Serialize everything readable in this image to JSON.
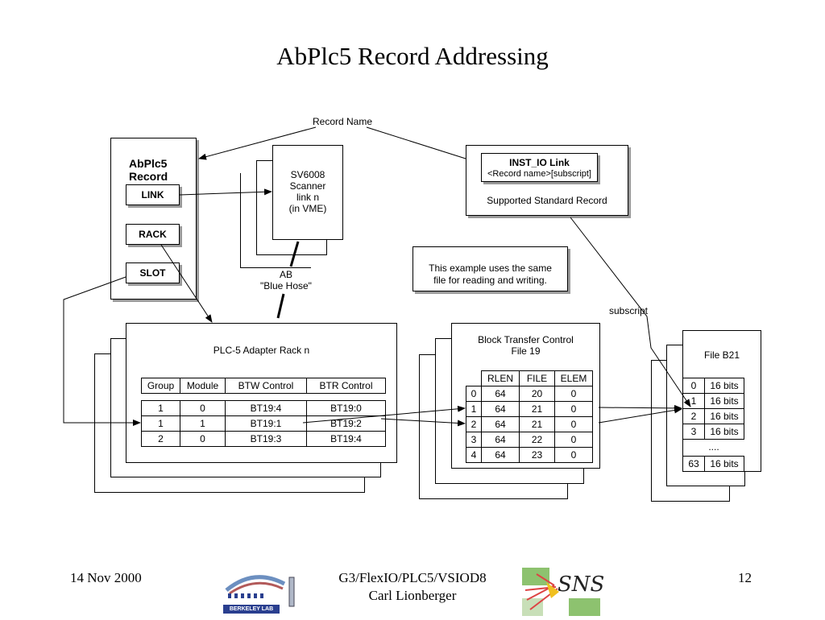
{
  "title": "AbPlc5 Record Addressing",
  "record_name_label": "Record Name",
  "abplc5_record": {
    "title_line1": "AbPlc5",
    "title_line2": "Record",
    "fields": [
      "LINK",
      "RACK",
      "SLOT"
    ]
  },
  "scanner": {
    "lines": [
      "SV6008",
      "Scanner",
      "link n",
      "(in VME)"
    ]
  },
  "blue_hose": {
    "line1": "AB",
    "line2": "\"Blue Hose\""
  },
  "inst_io": {
    "title": "INST_IO Link",
    "format": "<Record name>[subscript]",
    "caption": "Supported Standard Record"
  },
  "note": {
    "line1": "This example uses the same",
    "line2": "file for reading and writing."
  },
  "subscript_label": "subscript",
  "adapter_rack": {
    "title": "PLC-5 Adapter Rack n",
    "headers": [
      "Group",
      "Module",
      "BTW Control",
      "BTR Control"
    ],
    "rows": [
      [
        "1",
        "0",
        "BT19:4",
        "BT19:0"
      ],
      [
        "1",
        "1",
        "BT19:1",
        "BT19:2"
      ],
      [
        "2",
        "0",
        "BT19:3",
        "BT19:4"
      ]
    ]
  },
  "block_transfer": {
    "title_line1": "Block Transfer Control",
    "title_line2": "File 19",
    "headers": [
      "RLEN",
      "FILE",
      "ELEM"
    ],
    "rows": [
      [
        "0",
        "64",
        "20",
        "0"
      ],
      [
        "1",
        "64",
        "21",
        "0"
      ],
      [
        "2",
        "64",
        "21",
        "0"
      ],
      [
        "3",
        "64",
        "22",
        "0"
      ],
      [
        "4",
        "64",
        "23",
        "0"
      ]
    ]
  },
  "file_b21": {
    "title": "File B21",
    "rows": [
      [
        "0",
        "16 bits"
      ],
      [
        "1",
        "16 bits"
      ],
      [
        "2",
        "16 bits"
      ],
      [
        "3",
        "16 bits"
      ]
    ],
    "ellipsis": "....",
    "last_row": [
      "63",
      "16 bits"
    ]
  },
  "footer": {
    "date": "14 Nov 2000",
    "center_line1": "G3/FlexIO/PLC5/VSIOD8",
    "center_line2": "Carl Lionberger",
    "page": "12",
    "berkeley_logo_text": "BERKELEY LAB",
    "sns_logo_text": "SNS"
  }
}
